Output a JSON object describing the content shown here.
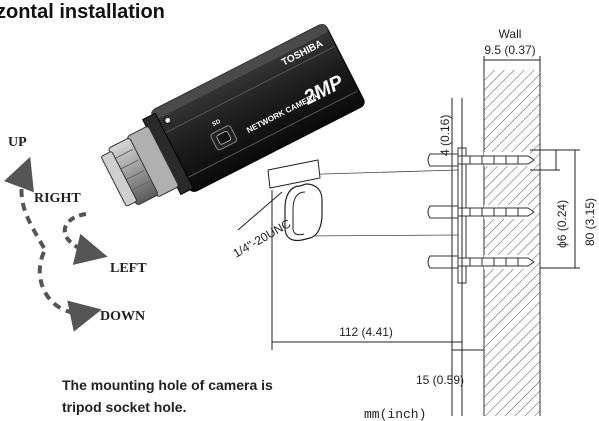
{
  "title": "zontal installation",
  "camera": {
    "brand": "TOSHIBA",
    "model": "NETWORK CAMERA",
    "resolution": "2MP"
  },
  "directions": {
    "up": "UP",
    "right": "RIGHT",
    "left": "LEFT",
    "down": "DOWN"
  },
  "labels": {
    "wall": "Wall",
    "wall_thickness": "9.5 (0.37)",
    "dim_4": "4 (0.16)",
    "dim_6": "ϕ6 (0.24)",
    "dim_80": "80 (3.15)",
    "dim_112": "112 (4.41)",
    "dim_15": "15 (0.59)",
    "thread": "1/4\"-20UNC",
    "units": "mm(inch)"
  },
  "note": {
    "line1": "The mounting hole of camera is",
    "line2": "tripod socket hole."
  }
}
